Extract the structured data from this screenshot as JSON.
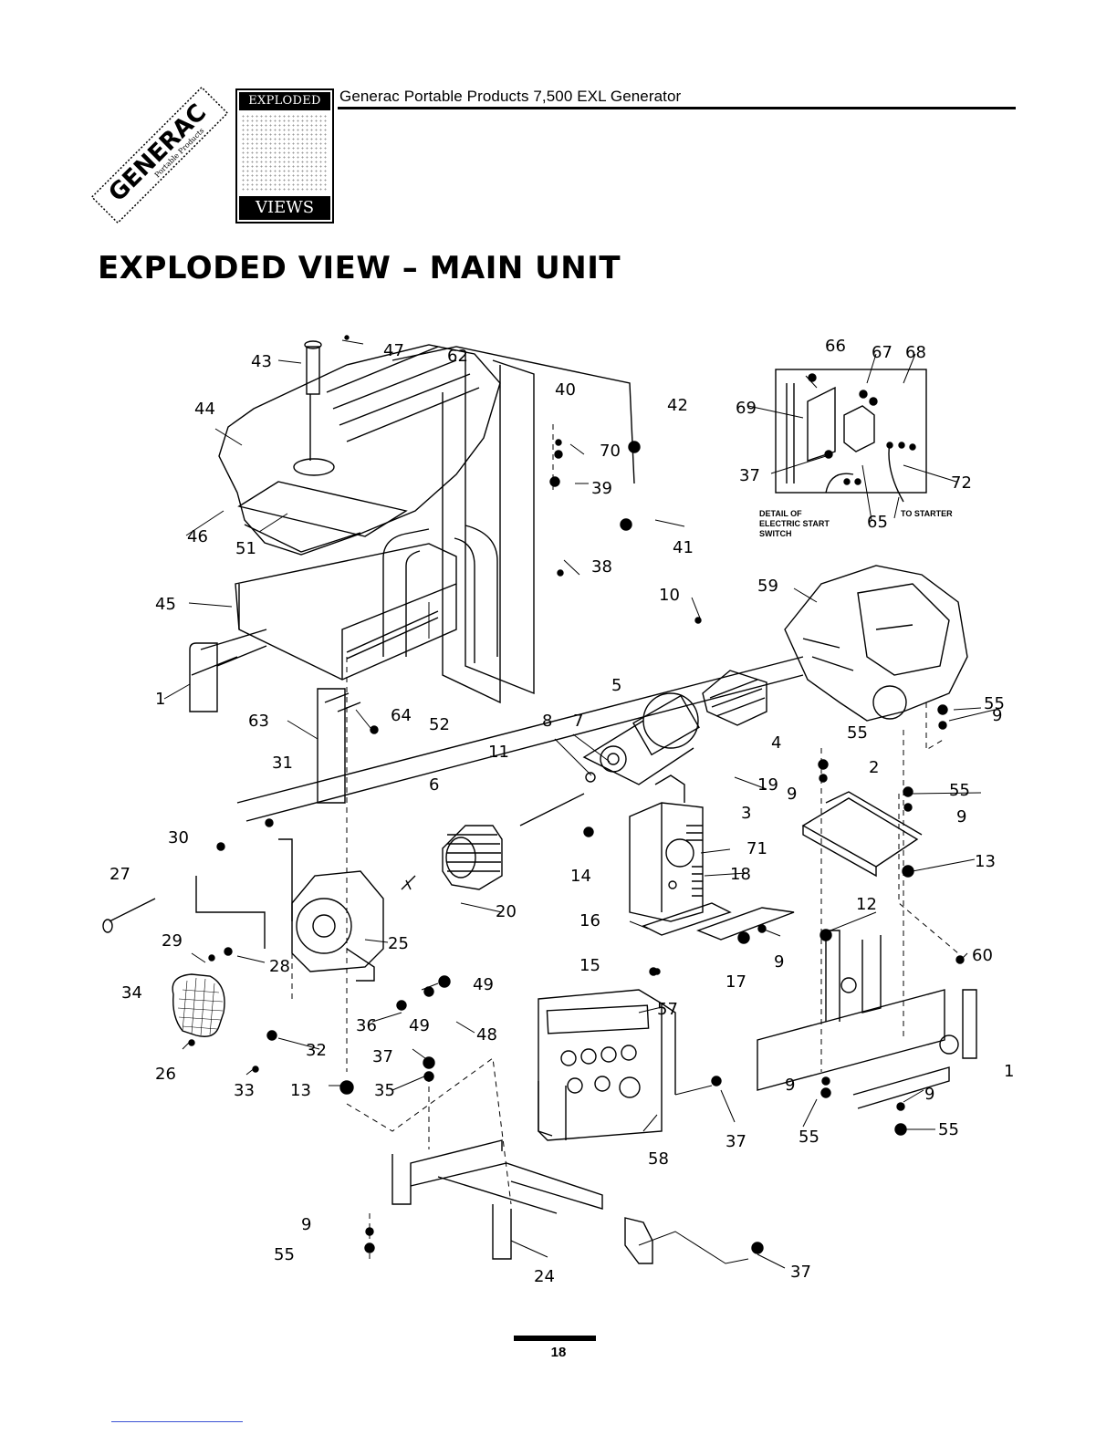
{
  "brand": {
    "name": "GENERAC",
    "sub": "Portable Products"
  },
  "views_box": {
    "top": "EXPLODED",
    "bottom": "VIEWS"
  },
  "header": {
    "title": "Generac Portable Products 7,500 EXL Generator"
  },
  "page": {
    "title": "EXPLODED VIEW – MAIN UNIT",
    "number": "18"
  },
  "detail": {
    "caption": [
      "DETAIL OF",
      "ELECTRIC START",
      "SWITCH"
    ],
    "to_starter": "TO STARTER"
  },
  "callouts": [
    "47",
    "43",
    "62",
    "44",
    "40",
    "42",
    "70",
    "39",
    "46",
    "51",
    "41",
    "45",
    "52",
    "1",
    "64",
    "63",
    "38",
    "10",
    "59",
    "5",
    "55",
    "9",
    "7",
    "8",
    "4",
    "11",
    "19",
    "31",
    "6",
    "30",
    "27",
    "14",
    "71",
    "3",
    "2",
    "13",
    "18",
    "20",
    "16",
    "12",
    "29",
    "28",
    "25",
    "60",
    "15",
    "17",
    "34",
    "49",
    "36",
    "57",
    "48",
    "26",
    "32",
    "33",
    "35",
    "58",
    "24",
    "66",
    "67",
    "68",
    "69",
    "72",
    "65",
    "37"
  ]
}
